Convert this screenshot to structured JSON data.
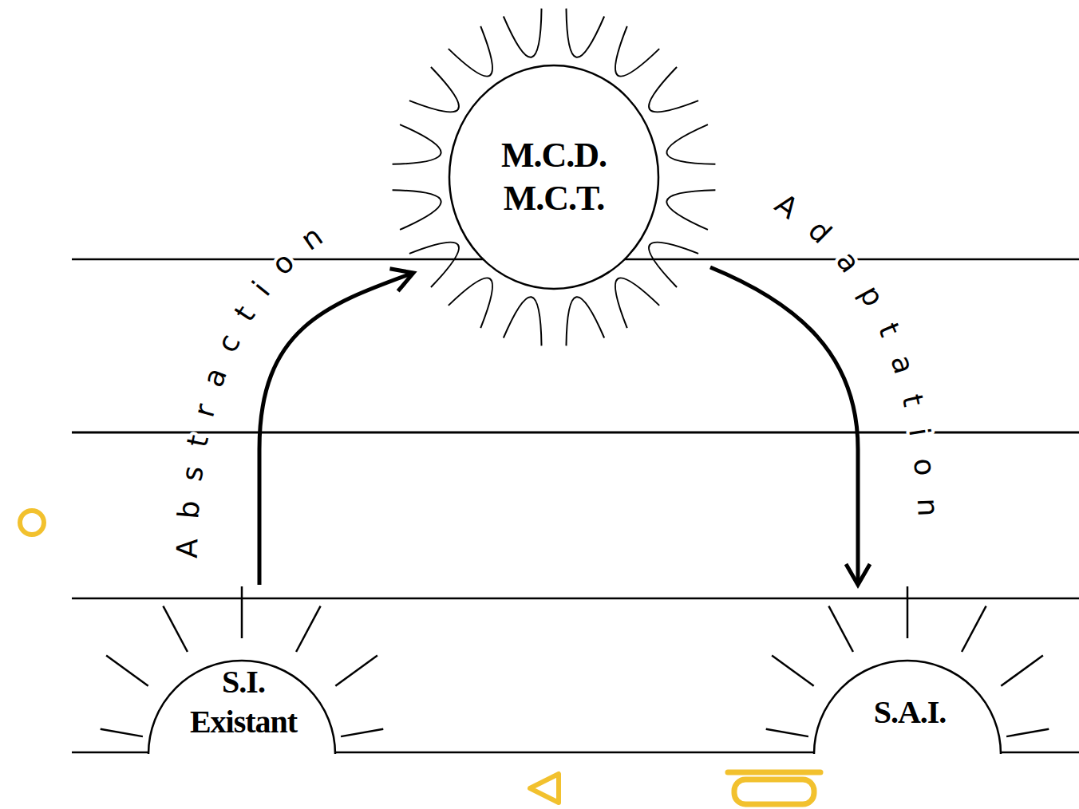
{
  "diagram": {
    "nodes": [
      {
        "text": [
          "S.I. Existant"
        ]
      },
      {
        "text": [
          "M.C.D. M.C.T."
        ]
      },
      {
        "text": [
          "S.A.I."
        ]
      }
    ],
    "edges": [
      {
        "from": 0,
        "to": 1,
        "arrow": "to",
        "label": "Abstraction"
      },
      {
        "from": 1,
        "to": 2,
        "arrow": "to",
        "label": "Adaptation"
      }
    ]
  }
}
